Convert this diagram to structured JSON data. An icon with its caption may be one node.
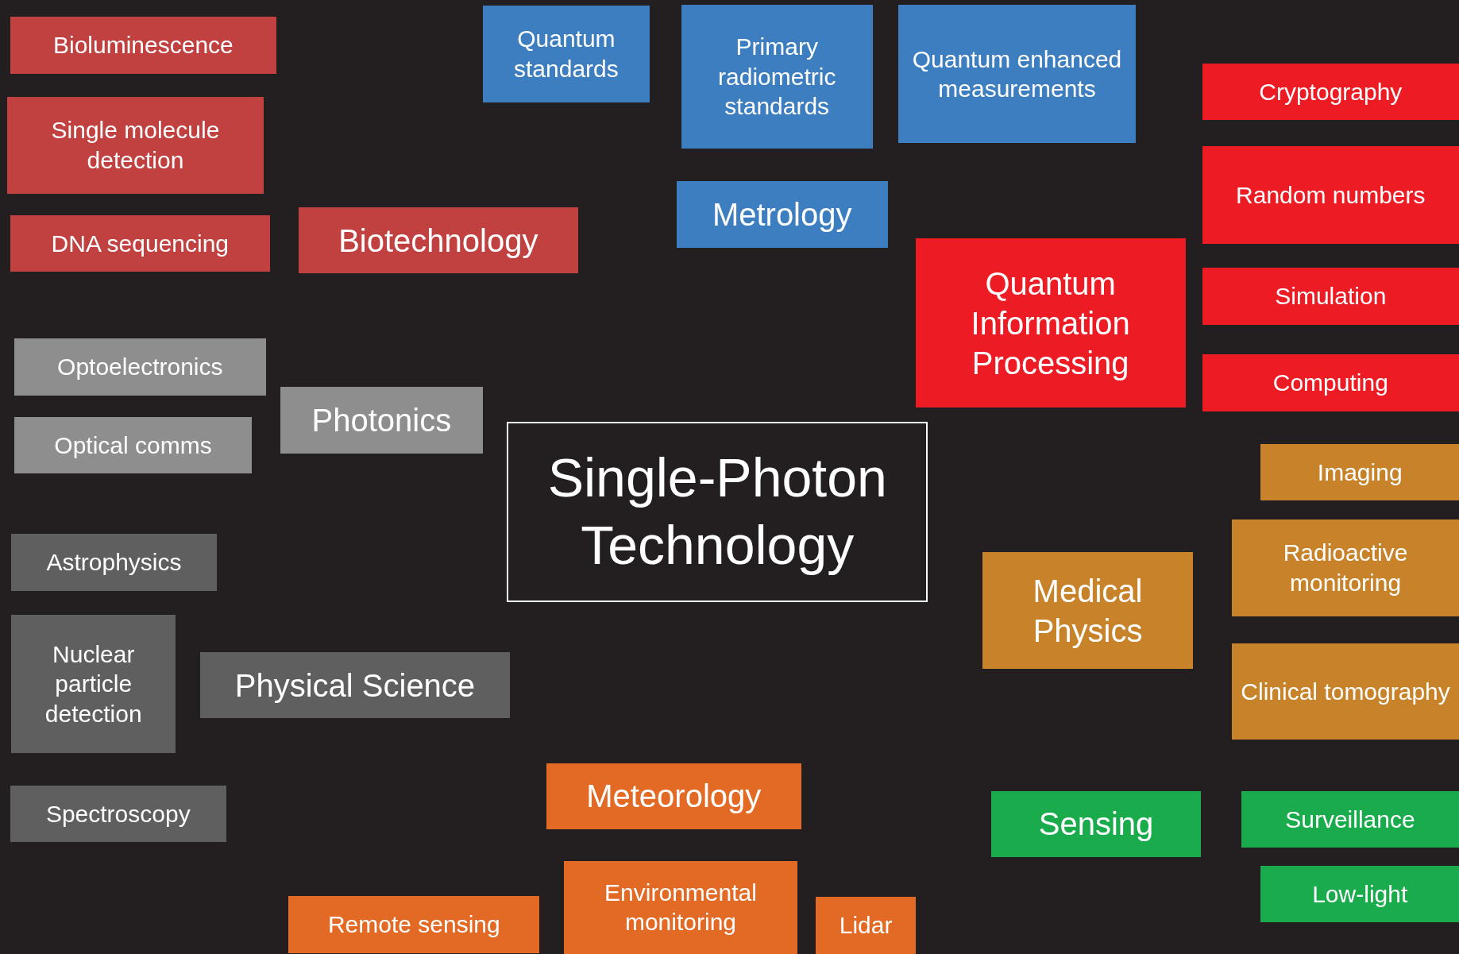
{
  "diagram": {
    "nodes": [
      {
        "text": [
          "Bioluminescence"
        ]
      },
      {
        "text": [
          "Quantum standards"
        ]
      },
      {
        "text": [
          "Primary radiometric standards"
        ]
      },
      {
        "text": [
          "Quantum enhanced measurements"
        ]
      },
      {
        "text": [
          "Cryptography"
        ]
      },
      {
        "text": [
          "Single molecule detection"
        ]
      },
      {
        "text": [
          "Random numbers"
        ]
      },
      {
        "text": [
          "Biotechnology"
        ]
      },
      {
        "text": [
          "Metrology"
        ]
      },
      {
        "text": [
          "DNA sequencing"
        ]
      },
      {
        "text": [
          "Quantum Information Processing"
        ]
      },
      {
        "text": [
          "Simulation"
        ]
      },
      {
        "text": [
          "Optoelectronics"
        ]
      },
      {
        "text": [
          "Computing"
        ]
      },
      {
        "text": [
          "Photonics"
        ]
      },
      {
        "text": [
          "Single-Photon Technology"
        ]
      },
      {
        "text": [
          "Optical comms"
        ]
      },
      {
        "text": [
          "Imaging"
        ]
      },
      {
        "text": [
          "Radioactive monitoring"
        ]
      },
      {
        "text": [
          "Astrophysics"
        ]
      },
      {
        "text": [
          "Medical Physics"
        ]
      },
      {
        "text": [
          "Nuclear particle detection"
        ]
      },
      {
        "text": [
          "Physical Science"
        ]
      },
      {
        "text": [
          "Clinical tomography"
        ]
      },
      {
        "text": [
          "Meteorology"
        ]
      },
      {
        "text": [
          "Spectroscopy"
        ]
      },
      {
        "text": [
          "Sensing"
        ]
      },
      {
        "text": [
          "Surveillance"
        ]
      },
      {
        "text": [
          "Environmental monitoring"
        ]
      },
      {
        "text": [
          "Low-light"
        ]
      },
      {
        "text": [
          "Remote sensing"
        ]
      },
      {
        "text": [
          "Lidar"
        ]
      }
    ]
  }
}
